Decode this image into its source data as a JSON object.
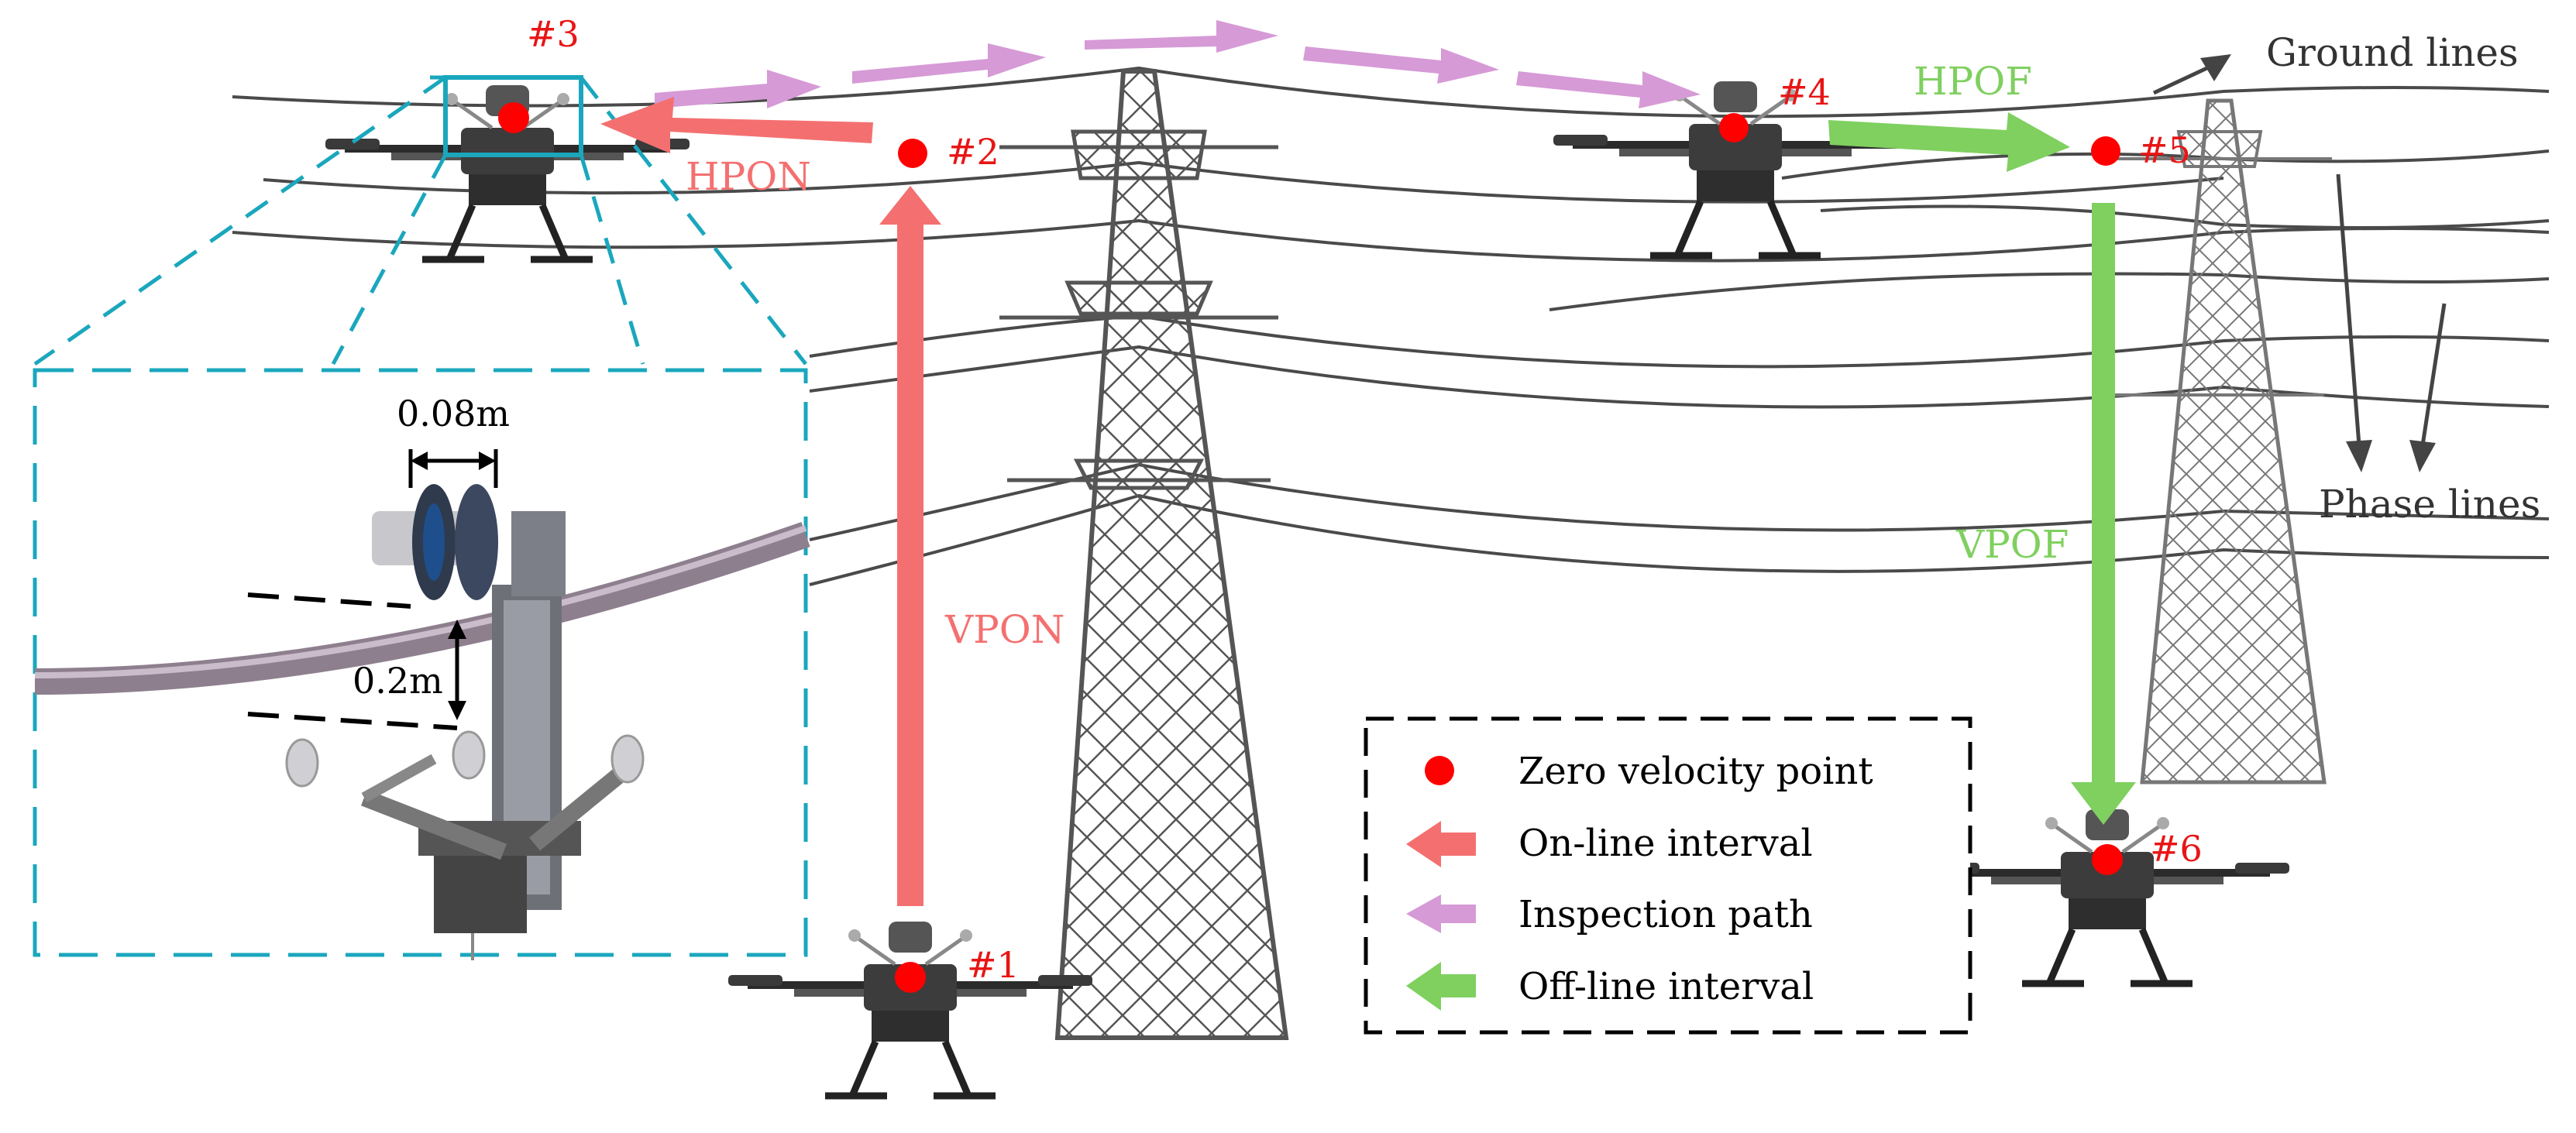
{
  "colors": {
    "online": "#f47070",
    "inspection": "#d69ad6",
    "offline": "#7fd05f",
    "zero_point": "#ff0000",
    "inset_border": "#1aa7bd",
    "line": "#4a4a4a",
    "tower": "#555555",
    "label_gray": "#333333"
  },
  "points": {
    "p1": "#1",
    "p2": "#2",
    "p3": "#3",
    "p4": "#4",
    "p5": "#5",
    "p6": "#6"
  },
  "intervals": {
    "hpon": "HPON",
    "vpon": "VPON",
    "hpof": "HPOF",
    "vpof": "VPOF"
  },
  "annotations": {
    "ground_lines": "Ground lines",
    "phase_lines": "Phase lines"
  },
  "inset": {
    "gap_width": "0.08m",
    "vertical_offset": "0.2m"
  },
  "legend": {
    "zero_velocity": "Zero velocity point",
    "online": "On-line interval",
    "inspection": "Inspection path",
    "offline": "Off-line interval"
  },
  "icons": {
    "drone": "drone-icon",
    "tower": "transmission-tower-icon",
    "gripper": "line-gripper-icon"
  }
}
